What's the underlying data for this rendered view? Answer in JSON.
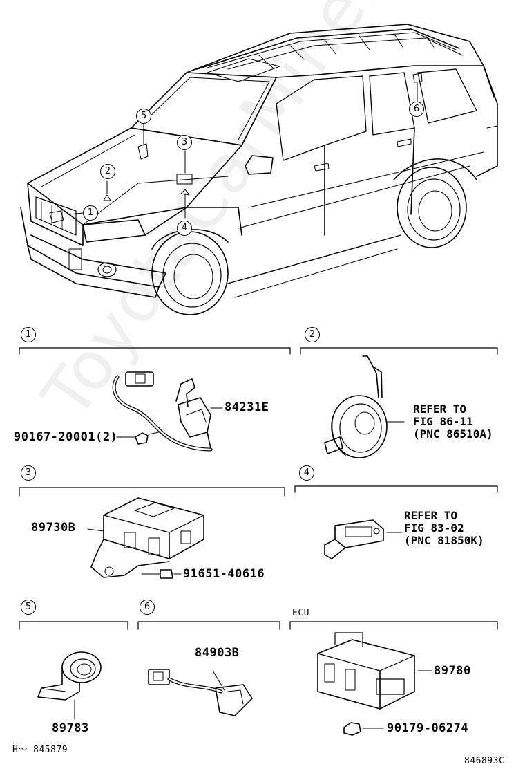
{
  "watermark": "ToyotaCarMine.ru",
  "callouts": {
    "car": [
      "1",
      "2",
      "3",
      "4",
      "5",
      "6"
    ],
    "sections": [
      "1",
      "2",
      "3",
      "4",
      "5",
      "6"
    ]
  },
  "section_ecu_label": "ECU",
  "parts": {
    "p1_main": "84231E",
    "p1_bolt": "90167-20001(2)",
    "p3_main": "89730B",
    "p3_bolt": "91651-40616",
    "p5_main": "89783",
    "p6_main": "84903B",
    "p7_main": "89780",
    "p7_clip": "90179-06274"
  },
  "refer_2": [
    "REFER TO",
    "FIG 86-11",
    "(PNC 86510A)"
  ],
  "refer_4": [
    "REFER TO",
    "FIG 83-02",
    "(PNC 81850K)"
  ],
  "footer_left": "H～ 845879",
  "footer_right": "846893C"
}
